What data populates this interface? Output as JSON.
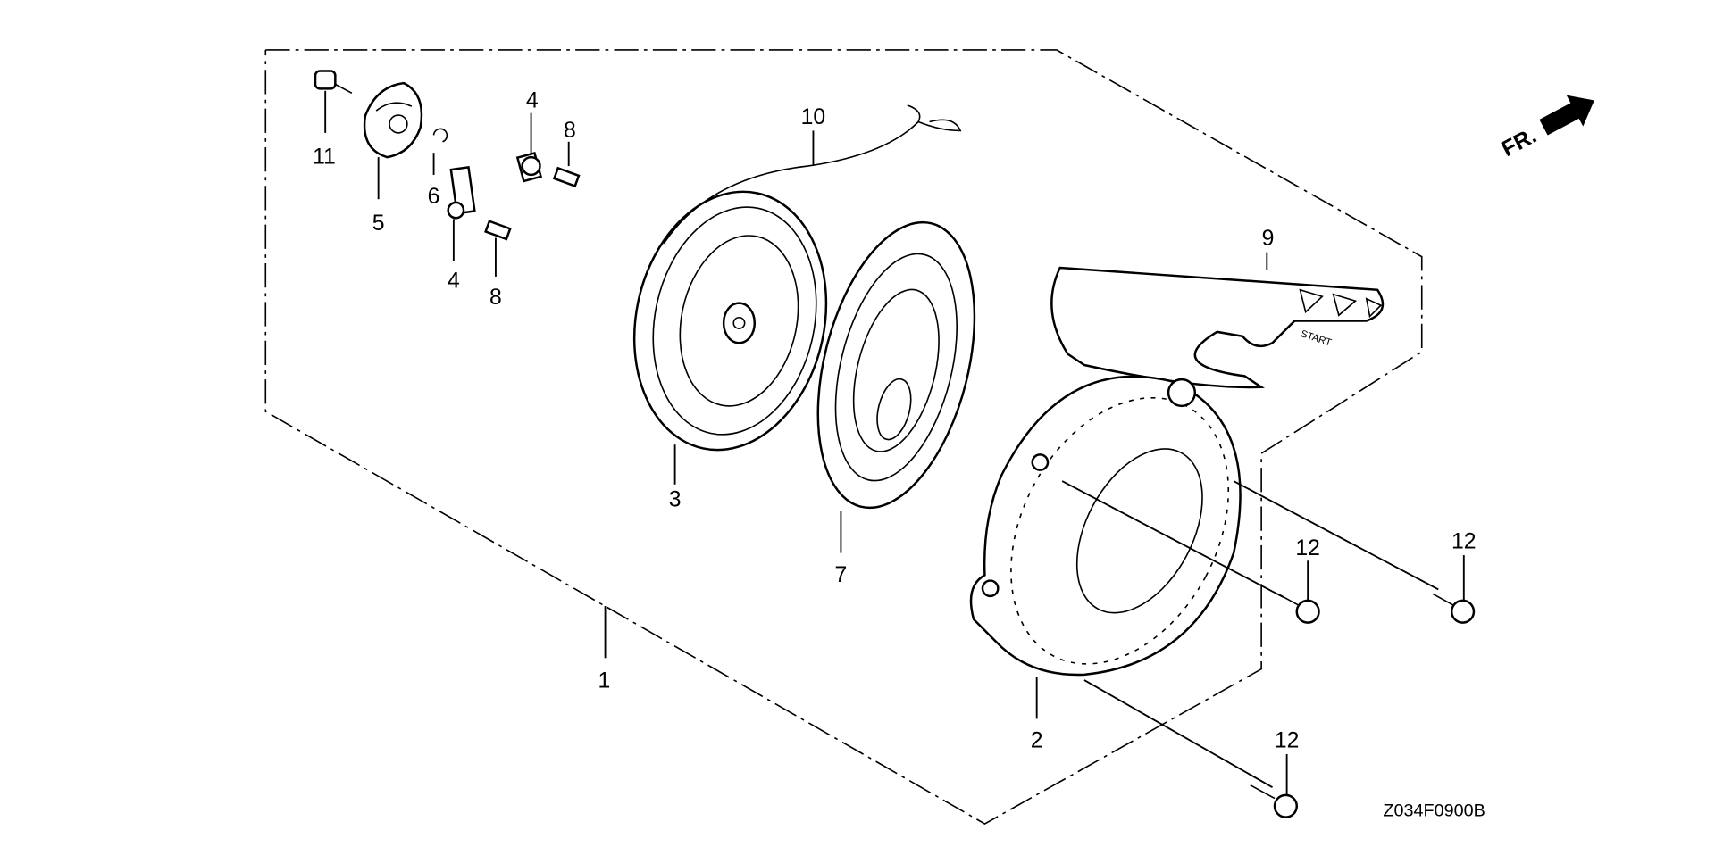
{
  "diagram": {
    "drawing_code": "Z034F0900B",
    "direction_label": "FR.",
    "grip_text": "START",
    "callouts": {
      "c1": "1",
      "c2": "2",
      "c3": "3",
      "c4a": "4",
      "c4b": "4",
      "c5": "5",
      "c6": "6",
      "c7": "7",
      "c8a": "8",
      "c8b": "8",
      "c9": "9",
      "c10": "10",
      "c11": "11",
      "c12a": "12",
      "c12b": "12",
      "c12c": "12"
    }
  }
}
